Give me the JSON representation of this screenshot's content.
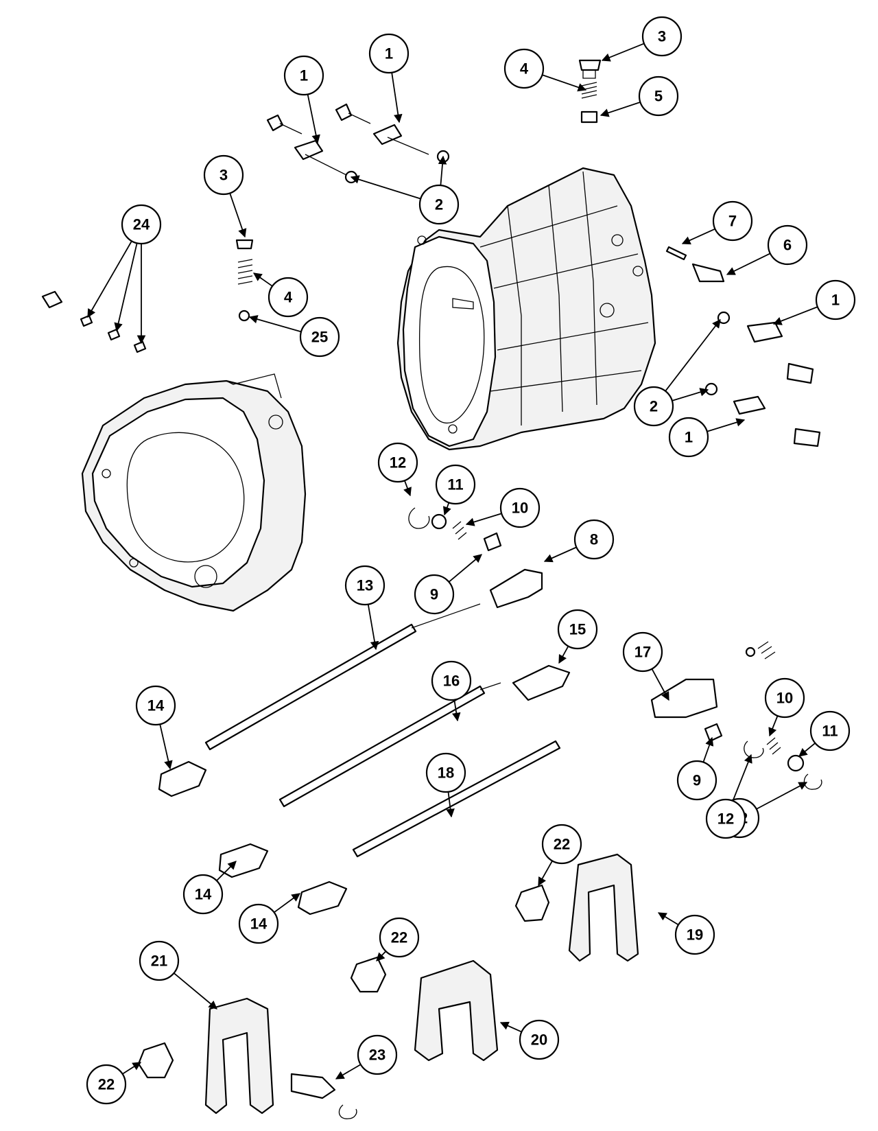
{
  "callouts": [
    {
      "label": "1"
    },
    {
      "label": "1"
    },
    {
      "label": "3"
    },
    {
      "label": "4"
    },
    {
      "label": "5"
    },
    {
      "label": "2"
    },
    {
      "label": "3"
    },
    {
      "label": "24"
    },
    {
      "label": "4"
    },
    {
      "label": "25"
    },
    {
      "label": "7"
    },
    {
      "label": "6"
    },
    {
      "label": "1"
    },
    {
      "label": "2"
    },
    {
      "label": "1"
    },
    {
      "label": "12"
    },
    {
      "label": "11"
    },
    {
      "label": "10"
    },
    {
      "label": "8"
    },
    {
      "label": "9"
    },
    {
      "label": "13"
    },
    {
      "label": "15"
    },
    {
      "label": "17"
    },
    {
      "label": "16"
    },
    {
      "label": "14"
    },
    {
      "label": "10"
    },
    {
      "label": "11"
    },
    {
      "label": "9"
    },
    {
      "label": "12"
    },
    {
      "label": "18"
    },
    {
      "label": "12"
    },
    {
      "label": "22"
    },
    {
      "label": "14"
    },
    {
      "label": "14"
    },
    {
      "label": "19"
    },
    {
      "label": "22"
    },
    {
      "label": "21"
    },
    {
      "label": "20"
    },
    {
      "label": "23"
    },
    {
      "label": "22"
    }
  ]
}
